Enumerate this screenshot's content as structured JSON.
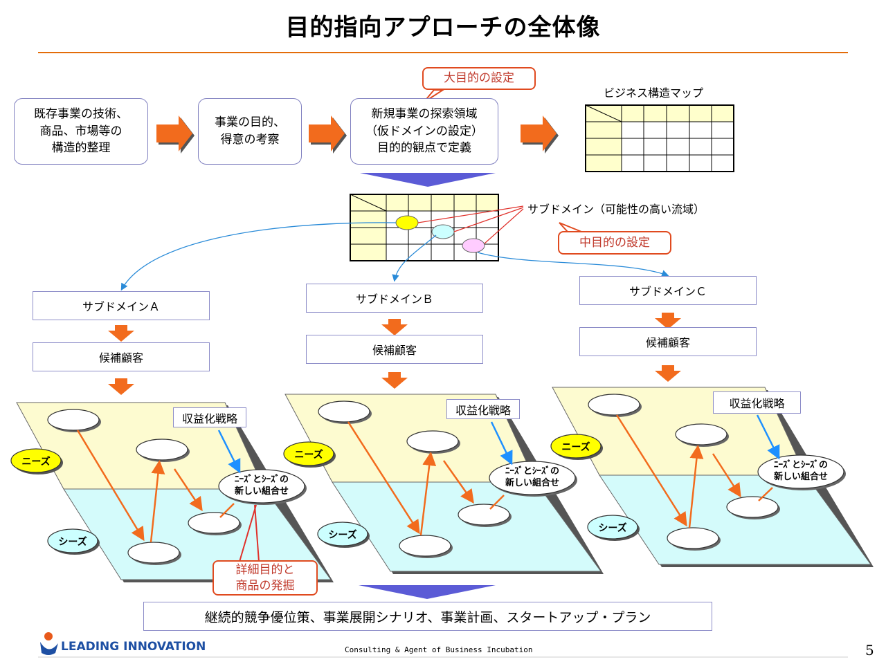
{
  "title": "目的指向アプローチの全体像",
  "flow": {
    "box1": "既存事業の技術、\n商品、市場等の\n構造的整理",
    "box2": "事業の目的、\n得意の考察",
    "box3": "新規事業の探索領域\n（仮ドメインの設定）\n目的的観点で定義",
    "callout_big": "大目的の設定",
    "map_label": "ビジネス構造マップ"
  },
  "subdomain_label": "サブドメイン（可能性の高い流域）",
  "callout_mid": "中目的の設定",
  "columns": [
    {
      "subdomain": "サブドメインＡ",
      "customer": "候補顧客",
      "revenue": "収益化戦略",
      "combo1": "ﾆｰｽﾞとｼｰｽﾞの",
      "combo2": "新しい組合せ",
      "needs": "ニーズ",
      "seeds": "シーズ"
    },
    {
      "subdomain": "サブドメインＢ",
      "customer": "候補顧客",
      "revenue": "収益化戦略",
      "combo1": "ﾆｰｽﾞとｼｰｽﾞの",
      "combo2": "新しい組合せ",
      "needs": "ニーズ",
      "seeds": "シーズ"
    },
    {
      "subdomain": "サブドメインＣ",
      "customer": "候補顧客",
      "revenue": "収益化戦略",
      "combo1": "ﾆｰｽﾞとｼｰｽﾞの",
      "combo2": "新しい組合せ",
      "needs": "ニーズ",
      "seeds": "シーズ"
    }
  ],
  "callout_detail": "詳細目的と\n商品の発掘",
  "bottom_box": "継続的競争優位策、事業展開シナリオ、事業計画、スタートアップ・プラン",
  "footer": {
    "logo": "LEADING INNOVATION",
    "tagline": "Consulting & Agent of Business Incubation",
    "page": "5"
  },
  "colors": {
    "accent_orange": "#f26b1d",
    "needs_plane": "#fdfbd0",
    "seeds_plane": "#d4fbfb",
    "badge_yellow": "#ffff00",
    "badge_cyan": "#ccffff",
    "map_header": "#ffffcc",
    "flow_arrow": "#5b5bd6"
  }
}
